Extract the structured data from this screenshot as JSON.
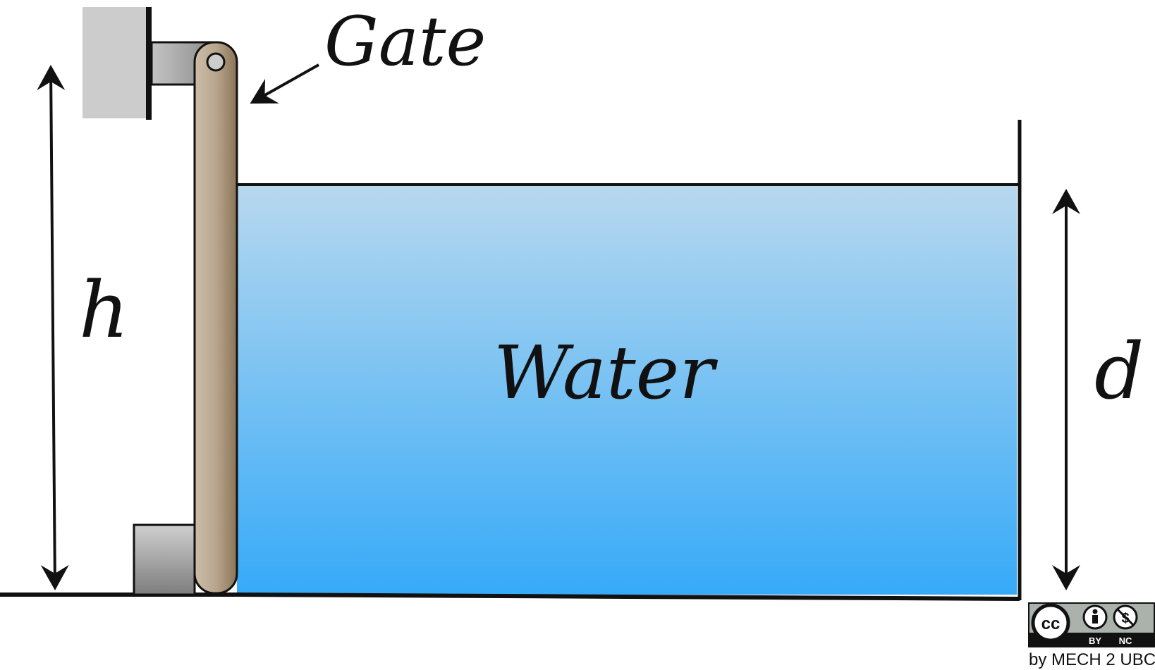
{
  "labels": {
    "gate": "Gate",
    "water": "Water",
    "h": "h",
    "d": "d"
  },
  "license": {
    "cc": "cc",
    "by": "BY",
    "nc": "NC",
    "credit": "by MECH 2 UBC"
  },
  "colors": {
    "water_top": "#b8d8ee",
    "water_bottom": "#36aaf8",
    "gate_light": "#c8b8a4",
    "gate_dark": "#8c7658",
    "block_gray": "#cccccc",
    "outline": "#111111"
  }
}
